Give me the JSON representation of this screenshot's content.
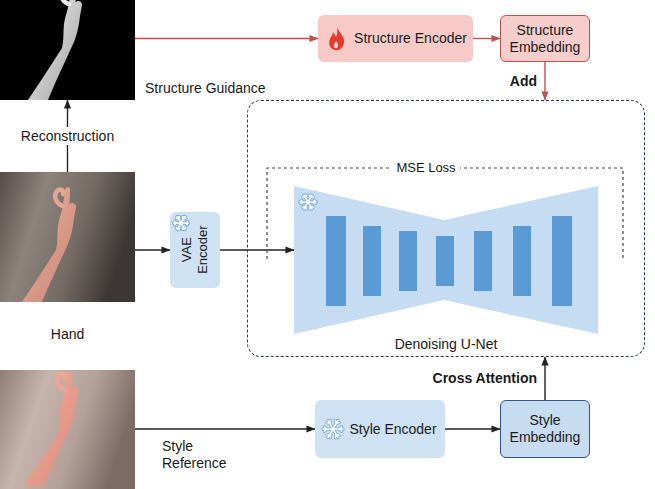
{
  "diagram": {
    "nodes": [
      {
        "text": [
          "Structure Guidance"
        ]
      },
      {
        "text": [
          "Structure Encoder"
        ]
      },
      {
        "text": [
          "Structure Embedding"
        ]
      },
      {
        "text": [
          "Hand"
        ]
      },
      {
        "text": [
          "VAE Encoder"
        ]
      },
      {
        "text": [
          "MSE Loss"
        ]
      },
      {
        "text": [
          "Denoising U-Net"
        ],
        "in": 5
      },
      {
        "text": [
          "Style Reference"
        ]
      },
      {
        "text": [
          "Style Encoder"
        ]
      },
      {
        "text": [
          "Style Embedding"
        ]
      }
    ],
    "edges": [
      {
        "from": 0,
        "to": 1,
        "arrow": "to"
      },
      {
        "from": 1,
        "to": 2,
        "arrow": "to"
      },
      {
        "from": 2,
        "to": 5,
        "label": "Add",
        "arrow": "to"
      },
      {
        "from": 3,
        "to": 0,
        "label": "Reconstruction",
        "arrow": "to"
      },
      {
        "from": 3,
        "to": 4,
        "arrow": "to"
      },
      {
        "from": 4,
        "to": 6,
        "arrow": "to"
      },
      {
        "from": 7,
        "to": 8,
        "arrow": "to"
      },
      {
        "from": 8,
        "to": 9,
        "arrow": "to"
      },
      {
        "from": 9,
        "to": 5,
        "label": "Cross Attention",
        "arrow": "to"
      }
    ]
  }
}
